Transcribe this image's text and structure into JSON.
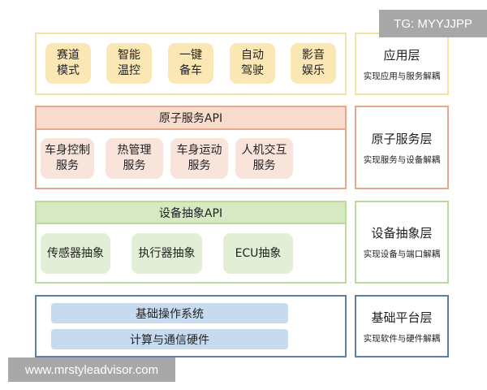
{
  "watermark_top": "TG: MYYJJPP",
  "watermark_bottom": "www.mrstyleadvisor.com",
  "layers": [
    {
      "name": "应用层",
      "desc": "实现应用与服务解耦",
      "items": [
        "赛道\n模式",
        "智能\n温控",
        "一键\n备车",
        "自动\n驾驶",
        "影音\n娱乐"
      ]
    },
    {
      "name": "原子服务层",
      "desc": "实现服务与设备解耦",
      "header": "原子服务API",
      "items": [
        "车身控制\n服务",
        "热管理\n服务",
        "车身运动\n服务",
        "人机交互\n服务"
      ]
    },
    {
      "name": "设备抽象层",
      "desc": "实现设备与端口解耦",
      "header": "设备抽象API",
      "items": [
        "传感器抽象",
        "执行器抽象",
        "ECU抽象"
      ]
    },
    {
      "name": "基础平台层",
      "desc": "实现软件与硬件解耦",
      "items": [
        "基础操作系统",
        "计算与通信硬件"
      ]
    }
  ],
  "colors": {
    "app": "#f3e3a6",
    "service": "#e6a88b",
    "device": "#bcd99e",
    "platform": "#5a7fa8"
  }
}
